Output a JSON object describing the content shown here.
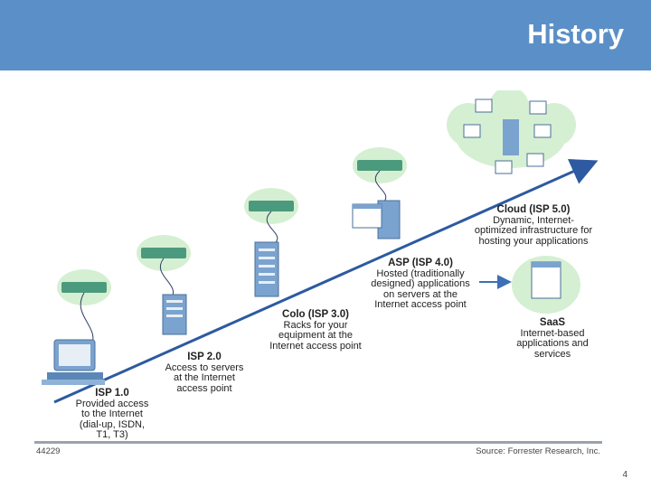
{
  "slide": {
    "title": "History",
    "page_number": "4"
  },
  "diagram": {
    "stages": [
      {
        "name": "ISP 1.0",
        "desc": [
          "Provided access",
          "to the Internet",
          "(dial-up, ISDN,",
          "T1, T3)"
        ]
      },
      {
        "name": "ISP 2.0",
        "desc": [
          "Access to servers",
          "at the Internet",
          "access point"
        ]
      },
      {
        "name": "Colo (ISP 3.0)",
        "desc": [
          "Racks for your",
          "equipment at the",
          "Internet access point"
        ]
      },
      {
        "name": "ASP (ISP 4.0)",
        "desc": [
          "Hosted (traditionally",
          "designed) applications",
          "on servers at the",
          "Internet access point"
        ]
      },
      {
        "name": "Cloud (ISP 5.0)",
        "desc": [
          "Dynamic, Internet-",
          "optimized infrastructure for",
          "hosting your applications"
        ]
      }
    ],
    "saas": {
      "name": "SaaS",
      "desc": [
        "Internet-based",
        "applications and",
        "services"
      ]
    },
    "figure_id": "44229",
    "source": "Source: Forrester Research, Inc."
  },
  "colors": {
    "header": "#5b8fc7",
    "arrow": "#2d5aa0",
    "cloud_fill": "#d5efd2",
    "switch": "#4c9a7e",
    "server": "#7aa3cf"
  }
}
